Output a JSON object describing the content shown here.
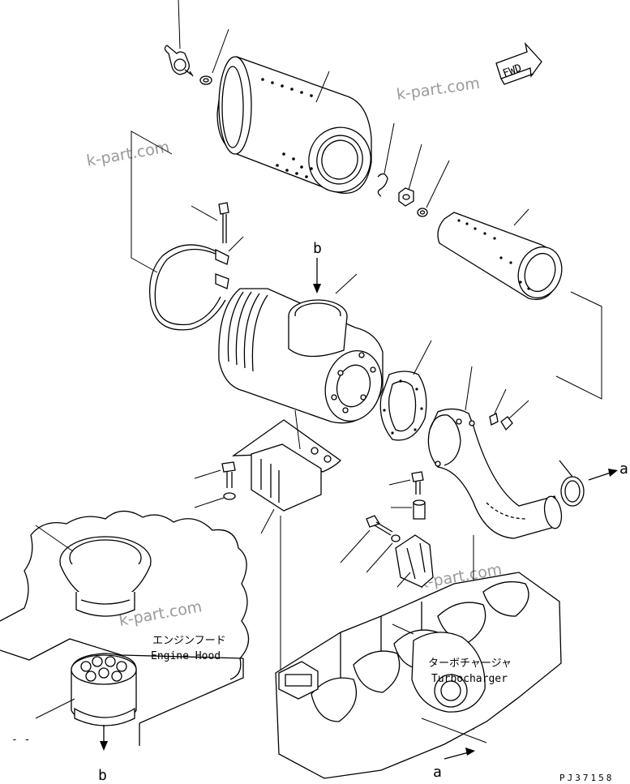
{
  "watermark": "k-part.com",
  "fwd_label": "FWD",
  "labels": {
    "engine_hood_jp": "エンジンフード",
    "engine_hood_en": "Engine Hood",
    "turbo_jp": "ターボチャージャ",
    "turbo_en": "Turbocharger",
    "ref_a": "a",
    "ref_b": "b",
    "dash": "- -"
  },
  "drawing_number": "PJ37158"
}
